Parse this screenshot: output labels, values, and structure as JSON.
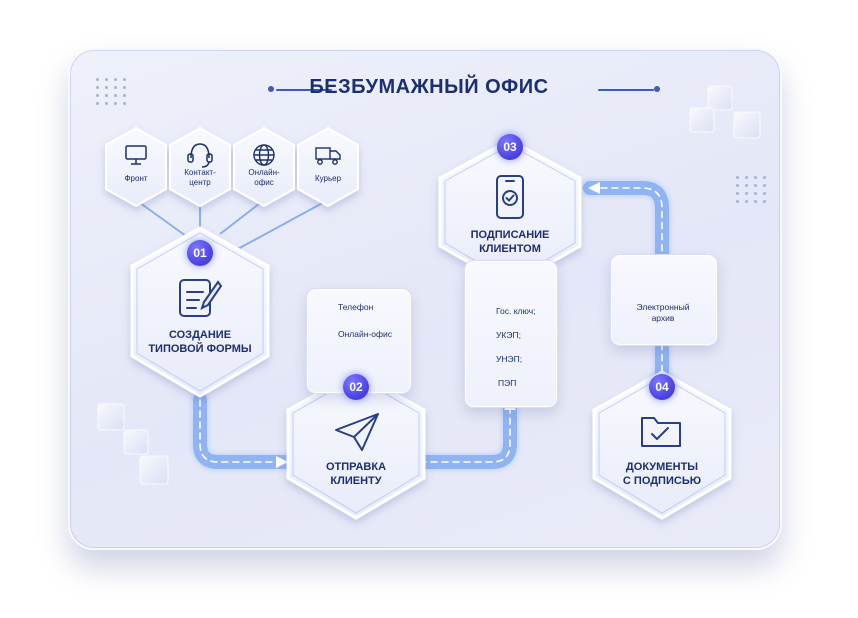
{
  "title": "БЕЗБУМАЖНЫЙ ОФИС",
  "channels": [
    {
      "label": "Фронт",
      "icon": "monitor-icon"
    },
    {
      "label": "Контакт-\nцентр",
      "icon": "headset-icon"
    },
    {
      "label": "Онлайн-\nофис",
      "icon": "globe-icon"
    },
    {
      "label": "Курьер",
      "icon": "delivery-truck-icon"
    }
  ],
  "steps": [
    {
      "number": "01",
      "label": "СОЗДАНИЕ\nТИПОВОЙ ФОРМЫ",
      "icon": "form-edit-icon"
    },
    {
      "number": "02",
      "label": "ОТПРАВКА\nКЛИЕНТУ",
      "icon": "paper-plane-icon"
    },
    {
      "number": "03",
      "label": "ПОДПИСАНИЕ\nКЛИЕНТОМ",
      "icon": "smartphone-check-icon"
    },
    {
      "number": "04",
      "label": "ДОКУМЕНТЫ\nС ПОДПИСЬЮ",
      "icon": "folder-check-icon"
    }
  ],
  "send_channels": [
    {
      "label": "Телефон",
      "icon": "phone-icon"
    },
    {
      "label": "Онлайн-офис",
      "icon": "globe-icon"
    }
  ],
  "signature_types": [
    {
      "label": "Гос. ключ;",
      "icon": "key-icon"
    },
    {
      "label": "УКЭП;"
    },
    {
      "label": "УНЭП;"
    },
    {
      "label": "ПЭП"
    }
  ],
  "archive": {
    "label": "Электронный\nархив",
    "icon": "cloud-lock-icon"
  },
  "colors": {
    "primary": "#1d2f6f",
    "accent": "#4a3fe0",
    "path": "#6f8fe8",
    "board": "#e6e9f8"
  }
}
